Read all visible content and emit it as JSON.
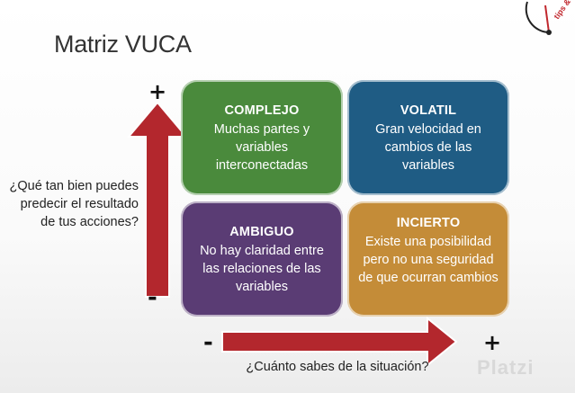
{
  "slide": {
    "title": "Matriz VUCA"
  },
  "logo": {
    "text": "tips & tricks",
    "icon": "speedometer-icon"
  },
  "axes": {
    "y_question": "¿Qué tan bien puedes predecir el resultado de tus acciones?",
    "x_question": "¿Cuánto sabes de la situación?",
    "y_plus": "+",
    "y_minus": "-",
    "x_plus": "+",
    "x_minus": "-"
  },
  "quadrants": [
    {
      "title": "COMPLEJO",
      "desc": "Muchas partes y variables interconectadas",
      "color": "#4a8a3c"
    },
    {
      "title": "VOLATIL",
      "desc": "Gran velocidad en cambios de las variables",
      "color": "#1f5c84"
    },
    {
      "title": "AMBIGUO",
      "desc": "No hay claridad entre las relaciones de las variables",
      "color": "#5a3c74"
    },
    {
      "title": "INCIERTO",
      "desc": "Existe una posibilidad pero no una seguridad de que ocurran cambios",
      "color": "#c48c38"
    }
  ],
  "arrow_color": "#b3272d",
  "watermark": "Platzi"
}
